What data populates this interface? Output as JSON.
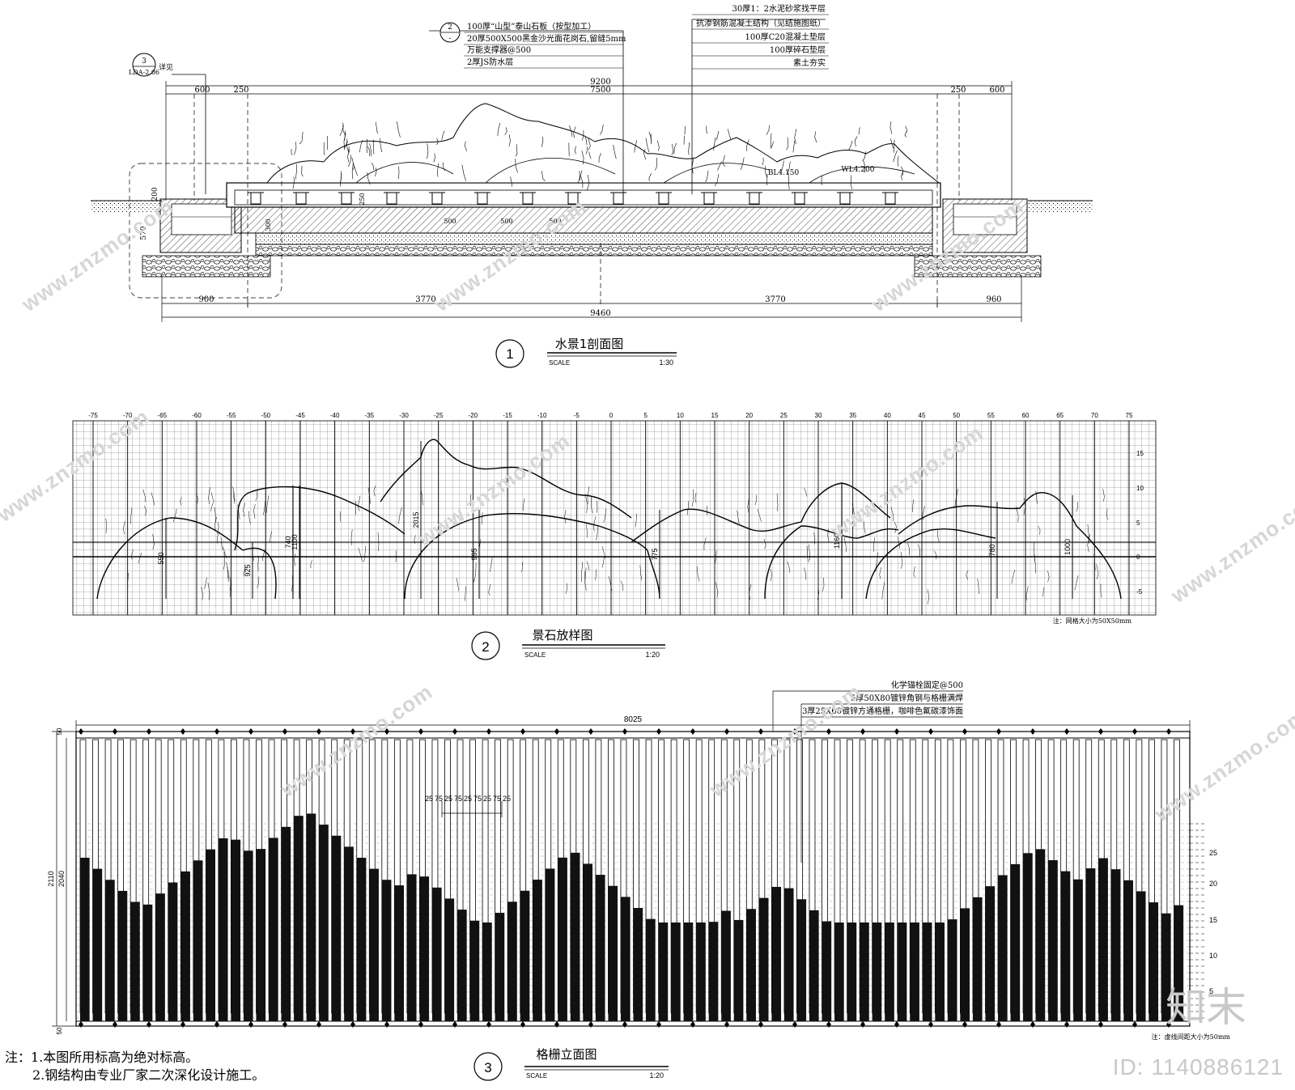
{
  "section1": {
    "number": "1",
    "title": "水景1剖面图",
    "scale_label": "SCALE",
    "scale": "1:30",
    "callout_left": {
      "num": "3",
      "ref": "LDA-2.06",
      "text": "详见"
    },
    "callout_mid": {
      "num": "2",
      "ref": "-"
    },
    "layers_left": [
      "100厚“山型”泰山石板（按型加工）",
      "20厚500X500黑金沙光面花岗石,留缝5mm",
      "万能支撑器@500",
      "2厚JS防水层"
    ],
    "layers_right": [
      "30厚1：2水泥砂浆找平层",
      "抗渗钢筋混凝土结构（见结施图纸）",
      "100厚C20混凝土垫层",
      "100厚碎石垫层",
      "素土夯实"
    ],
    "dims_top": [
      "600",
      "250",
      "9200",
      "7500",
      "250",
      "600"
    ],
    "dims_bottom": [
      "900",
      "3770",
      "3770",
      "960",
      "9460"
    ],
    "dims_side": [
      "200",
      "570",
      "250",
      "300"
    ],
    "levels": [
      "BL4.150",
      "WL4.200"
    ],
    "inner_dims": [
      "500",
      "500",
      "500"
    ]
  },
  "section2": {
    "number": "2",
    "title": "景石放样图",
    "scale_label": "SCALE",
    "scale": "1:20",
    "x_ticks": [
      "-75",
      "-70",
      "-65",
      "-60",
      "-55",
      "-50",
      "-45",
      "-40",
      "-35",
      "-30",
      "-25",
      "-20",
      "-15",
      "-10",
      "-5",
      "0",
      "5",
      "10",
      "15",
      "20",
      "25",
      "30",
      "35",
      "40",
      "45",
      "50",
      "55",
      "60",
      "65",
      "70",
      "75"
    ],
    "y_ticks": [
      "15",
      "10",
      "5",
      "0",
      "-5"
    ],
    "heights": [
      "550",
      "1100",
      "925",
      "740",
      "2015",
      "995",
      "775",
      "1160",
      "780",
      "1000"
    ],
    "note": "注：网格大小为50X50mm"
  },
  "section3": {
    "number": "3",
    "title": "格栅立面图",
    "scale_label": "SCALE",
    "scale": "1:20",
    "callouts": [
      "化学锚栓固定@500",
      "5厚50X80镀锌角钢与格栅满焊",
      "3厚25X60镀锌方通格栅，咖啡色氟碳漆饰面"
    ],
    "width_dim": "8025",
    "side_dims": [
      "50",
      "2110",
      "2040",
      "50"
    ],
    "spacing_dims": [
      "25",
      "75",
      "25",
      "75",
      "25",
      "75",
      "25",
      "75",
      "25"
    ],
    "y_ticks": [
      "25",
      "20",
      "15",
      "10",
      "5"
    ],
    "note": "注：虚线间距大小为50mm"
  },
  "notes": [
    "注：1.本图所用标高为绝对标高。",
    "2.钢结构由专业厂家二次深化设计施工。"
  ],
  "watermark": {
    "site": "www.znzmo.com",
    "brand": "知末",
    "logo": "知末",
    "id": "ID: 1140886121"
  }
}
